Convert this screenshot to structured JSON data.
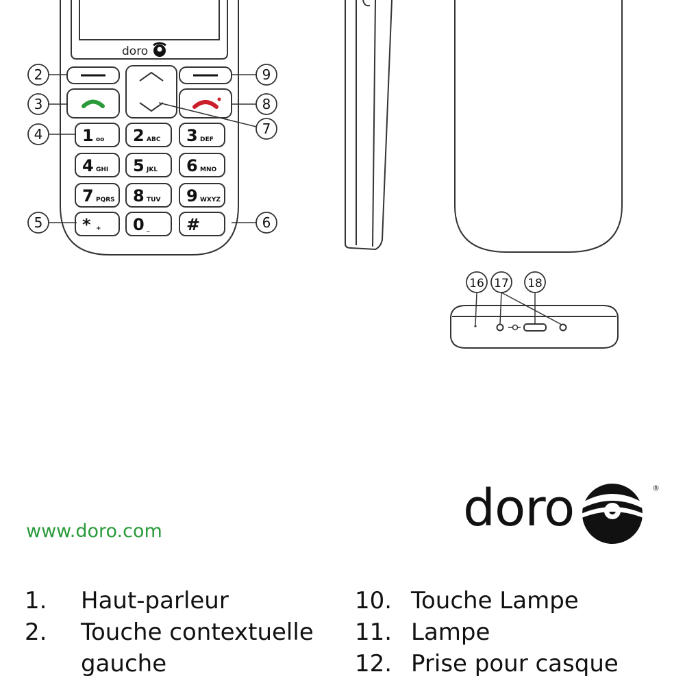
{
  "brand": {
    "name": "doro",
    "small_name": "doro",
    "registered": "®",
    "website": "www.doro.com"
  },
  "keypad": {
    "keys": [
      {
        "main": "1",
        "sub": "oo"
      },
      {
        "main": "2",
        "sub": "ABC"
      },
      {
        "main": "3",
        "sub": "DEF"
      },
      {
        "main": "4",
        "sub": "GHI"
      },
      {
        "main": "5",
        "sub": "JKL"
      },
      {
        "main": "6",
        "sub": "MNO"
      },
      {
        "main": "7",
        "sub": "PQRS"
      },
      {
        "main": "8",
        "sub": "TUV"
      },
      {
        "main": "9",
        "sub": "WXYZ"
      },
      {
        "main": "*",
        "sub": "+"
      },
      {
        "main": "0",
        "sub": "_"
      },
      {
        "main": "#",
        "sub": ""
      }
    ]
  },
  "callouts": [
    "2",
    "3",
    "4",
    "5",
    "6",
    "7",
    "8",
    "9",
    "16",
    "17",
    "18"
  ],
  "colors": {
    "call_green": "#2a9a3a",
    "end_red": "#cc1f2c",
    "link_green": "#2a9a3a"
  },
  "parts_left": [
    {
      "num": "1.",
      "text": "Haut-parleur"
    },
    {
      "num": "2.",
      "text": "Touche contextuelle gauche"
    }
  ],
  "parts_right": [
    {
      "num": "10.",
      "text": "Touche Lampe"
    },
    {
      "num": "11.",
      "text": "Lampe"
    },
    {
      "num": "12.",
      "text": "Prise pour casque"
    }
  ]
}
